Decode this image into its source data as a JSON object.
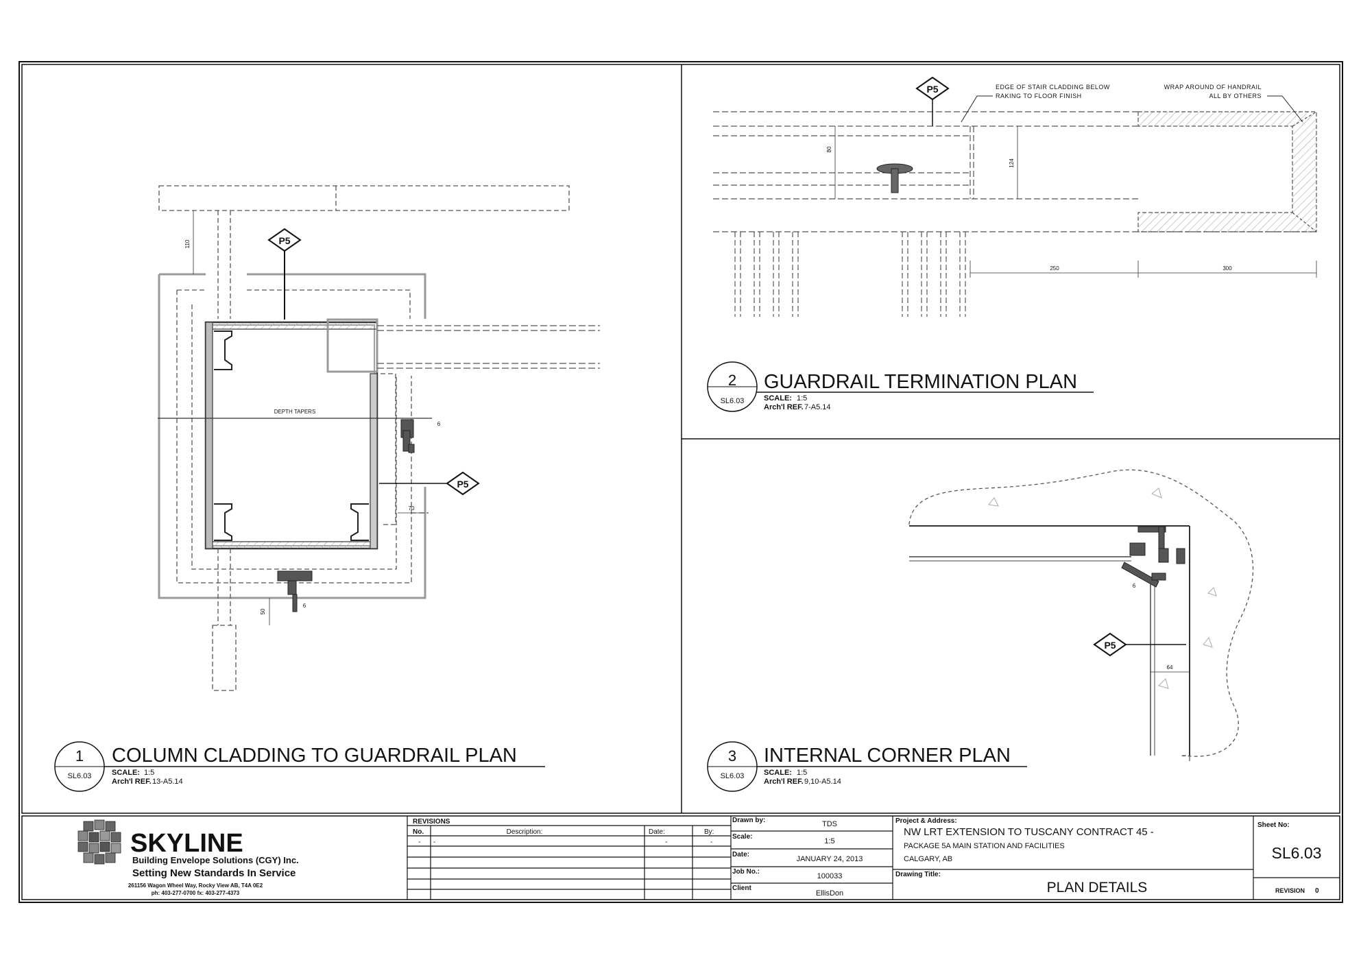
{
  "details": [
    {
      "number": "1",
      "sheet_ref": "SL6.03",
      "title": "COLUMN CLADDING TO GUARDRAIL PLAN",
      "scale_label": "SCALE:",
      "scale": "1:5",
      "ref_label": "Arch'l REF.",
      "ref": "13-A5.14"
    },
    {
      "number": "2",
      "sheet_ref": "SL6.03",
      "title": "GUARDRAIL TERMINATION PLAN",
      "scale_label": "SCALE:",
      "scale": "1:5",
      "ref_label": "Arch'l REF.",
      "ref": "7-A5.14"
    },
    {
      "number": "3",
      "sheet_ref": "SL6.03",
      "title": "INTERNAL CORNER PLAN",
      "scale_label": "SCALE:",
      "scale": "1:5",
      "ref_label": "Arch'l REF.",
      "ref": "9,10-A5.14"
    }
  ],
  "tags": {
    "p5": "P5"
  },
  "annotations": {
    "depth_tapers": "DEPTH TAPERS",
    "edge_line1": "EDGE OF STAIR CLADDING BELOW",
    "edge_line2": "RAKING TO FLOOR FINISH",
    "wrap_line1": "WRAP AROUND OF HANDRAIL",
    "wrap_line2": "ALL BY OTHERS"
  },
  "dimensions": {
    "d110": "110",
    "d70": "70",
    "d50": "50",
    "d6a": "6",
    "d6b": "6",
    "d80": "80",
    "d124": "124",
    "d250": "250",
    "d300": "300",
    "d64": "64",
    "d6c": "6"
  },
  "company": {
    "name": "SKYLINE",
    "subtitle": "Building Envelope Solutions (CGY) Inc.",
    "slogan": "Setting New Standards In Service",
    "address": "261156 Wagon Wheel Way, Rocky View AB, T4A 0E2",
    "phone": "ph: 403-277-0700    fx: 403-277-4373"
  },
  "revisions": {
    "header": "REVISIONS",
    "col_no": "No.",
    "col_desc": "Description:",
    "col_date": "Date:",
    "col_by": "By:",
    "row1_no": "-",
    "row1_desc": "-",
    "row1_date": "-",
    "row1_by": "-"
  },
  "info": {
    "drawn_by_label": "Drawn by:",
    "drawn_by": "TDS",
    "scale_label": "Scale:",
    "scale": "1:5",
    "date_label": "Date:",
    "date": "JANUARY 24, 2013",
    "job_label": "Job No.:",
    "job": "100033",
    "client_label": "Client",
    "client": "EllisDon"
  },
  "project": {
    "label": "Project & Address:",
    "line1": "NW LRT EXTENSION TO TUSCANY CONTRACT 45 -",
    "line2": "PACKAGE 5A MAIN STATION AND FACILITIES",
    "line3": "CALGARY, AB",
    "drawing_title_label": "Drawing Title:",
    "drawing_title": "PLAN DETAILS"
  },
  "sheet": {
    "label": "Sheet No:",
    "number": "SL6.03",
    "revision_label": "REVISION",
    "revision": "0"
  }
}
